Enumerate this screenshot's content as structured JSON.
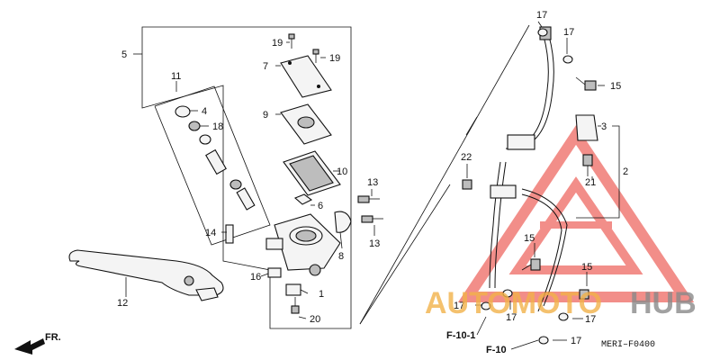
{
  "callouts": {
    "c1": "1",
    "c2": "2",
    "c3": "3",
    "c4": "4",
    "c5": "5",
    "c6": "6",
    "c7": "7",
    "c9": "9",
    "c10": "10",
    "c11": "11",
    "c12": "12",
    "c13a": "13",
    "c13b": "13",
    "c14": "14",
    "c15a": "15",
    "c15b": "15",
    "c15c": "15",
    "c16": "16",
    "c17a": "17",
    "c17b": "17",
    "c17c": "17",
    "c17d": "17",
    "c17e": "17",
    "c17f": "17",
    "c18": "18",
    "c19a": "19",
    "c19b": "19",
    "c20": "20",
    "c21": "21",
    "c22": "22",
    "c8": "8"
  },
  "refs": {
    "ref1": "F-10-1",
    "ref2": "F-10",
    "front": "FR."
  },
  "diagram_code": "MERI–F0400",
  "watermark": {
    "text_a": "AUTOMOTO",
    "text_b": "HUB",
    "color_a": "#f2b24a",
    "color_b": "#8a8a8a",
    "triangle_color": "#e8332a"
  }
}
